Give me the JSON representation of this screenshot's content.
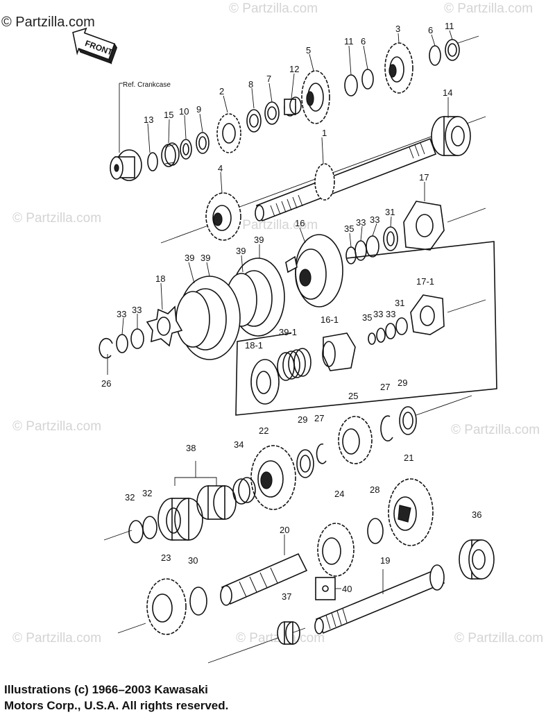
{
  "watermark": {
    "top_left": "© Partzilla.com",
    "repeated": "© Partzilla.com"
  },
  "direction_label": "FRONT",
  "reference_label": "Ref. Crankcase",
  "part_labels": [
    "1",
    "2",
    "3",
    "4",
    "5",
    "6",
    "6",
    "7",
    "8",
    "9",
    "10",
    "11",
    "11",
    "12",
    "13",
    "14",
    "15",
    "16",
    "16-1",
    "17",
    "17-1",
    "18",
    "18-1",
    "19",
    "20",
    "21",
    "22",
    "23",
    "24",
    "25",
    "26",
    "27",
    "27",
    "28",
    "29",
    "29",
    "30",
    "31",
    "31",
    "32",
    "32",
    "33",
    "33",
    "33",
    "33",
    "33",
    "33",
    "34",
    "35",
    "35",
    "36",
    "37",
    "38",
    "39",
    "39",
    "39",
    "39",
    "39-1",
    "40"
  ],
  "copyright": {
    "line1": "Illustrations (c) 1966–2003 Kawasaki",
    "line2": "Motors Corp., U.S.A.  All rights reserved."
  },
  "icons": [
    "front-arrow-icon"
  ]
}
